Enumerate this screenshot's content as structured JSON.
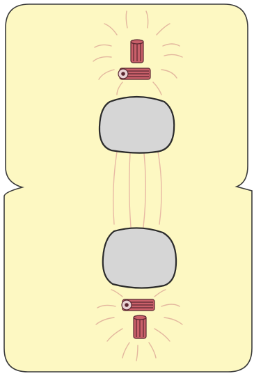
{
  "colors": {
    "background": "#ffffff",
    "cytoplasm": "#fdf8c2",
    "cell_outline": "#3a3a3a",
    "nucleus_fill": "#d6d6d6",
    "nucleus_outline": "#2b2b2b",
    "centriole_fill": "#c9606a",
    "centriole_outline": "#5a2730",
    "spindle_fiber": "#e8b9a4",
    "astral_ray": "#e3b79e"
  },
  "diagram": {
    "stage": "telophase",
    "structures": [
      "cell-membrane",
      "cleavage-furrow",
      "daughter-nucleus",
      "centriole-pair",
      "aster",
      "spindle-fibers"
    ]
  }
}
